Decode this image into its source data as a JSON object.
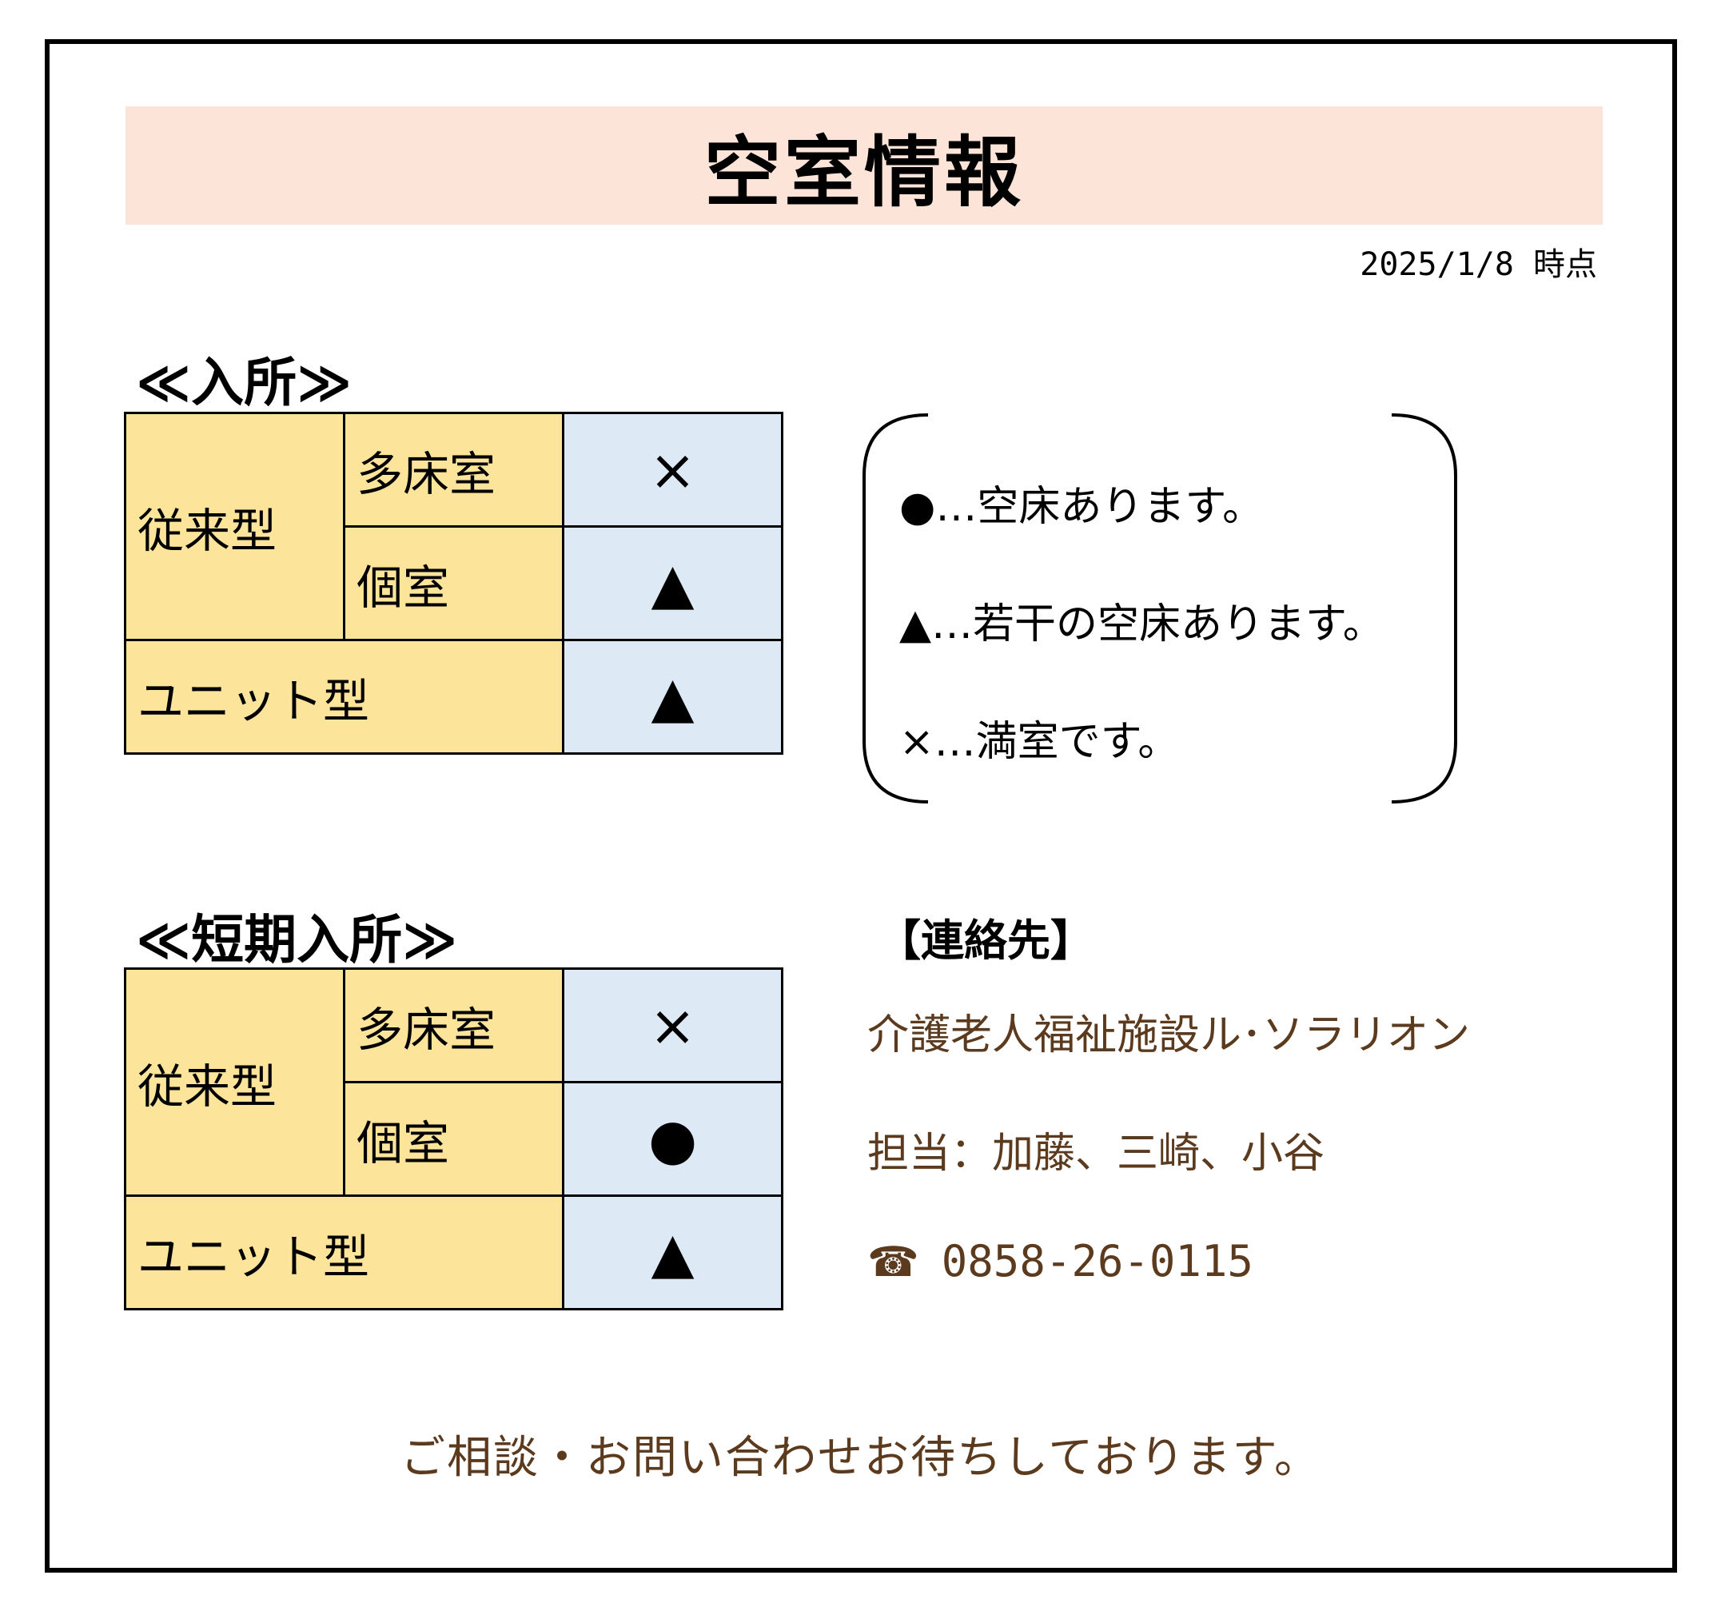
{
  "title": "空室情報",
  "as_of": "2025/1/8 時点",
  "admission": {
    "heading": "≪入所≫",
    "conventional": "従来型",
    "multi_bed": "多床室",
    "multi_bed_status": "×",
    "private_room": "個室",
    "private_room_status": "▲",
    "unit_type": "ユニット型",
    "unit_type_status": "▲"
  },
  "short_stay": {
    "heading": "≪短期入所≫",
    "conventional": "従来型",
    "multi_bed": "多床室",
    "multi_bed_status": "×",
    "private_room": "個室",
    "private_room_status": "●",
    "unit_type": "ユニット型",
    "unit_type_status": "▲"
  },
  "legend": {
    "available": "●…空床あります。",
    "few_available": "▲…若干の空床あります。",
    "full": "×…満室です。"
  },
  "contact": {
    "heading": "【連絡先】",
    "facility": "介護老人福祉施設ル･ソラリオン",
    "staff": "担当：加藤、三崎、小谷",
    "tel_icon": "☎",
    "tel": "0858-26-0115"
  },
  "footer": "ご相談・お問い合わせお待ちしております。",
  "colors": {
    "title_bg": "#fde4d9",
    "category_bg": "#fde49b",
    "status_bg": "#dde9f5",
    "contact_text": "#5c3a1e"
  }
}
